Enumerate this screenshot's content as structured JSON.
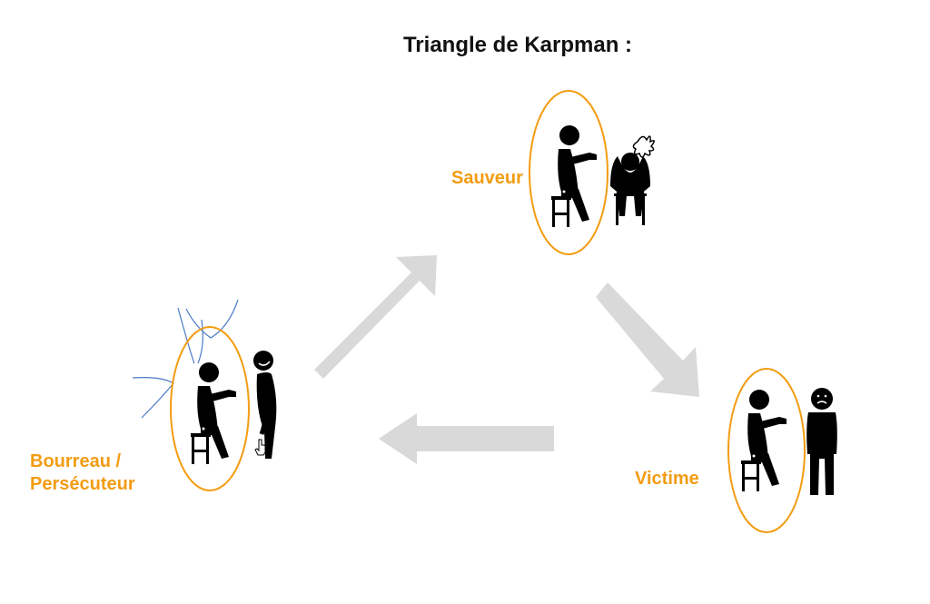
{
  "title": "Triangle de Karpman :",
  "roles": {
    "sauveur": "Sauveur",
    "victime": "Victime",
    "bourreau_line1": "Bourreau /",
    "bourreau_line2": "Persécuteur"
  },
  "colors": {
    "label": "#F39C12",
    "ellipse": "#F39C12",
    "arrow": "#D9D9D9",
    "figure": "#000000",
    "scribble": "#4A7BC8"
  },
  "icons": [
    "sitting-person-icon",
    "sad-sitting-person-icon",
    "standing-person-icon",
    "frowning-standing-person-icon",
    "pointing-standing-person-icon",
    "stool-icon",
    "cursor-hand-icon"
  ]
}
